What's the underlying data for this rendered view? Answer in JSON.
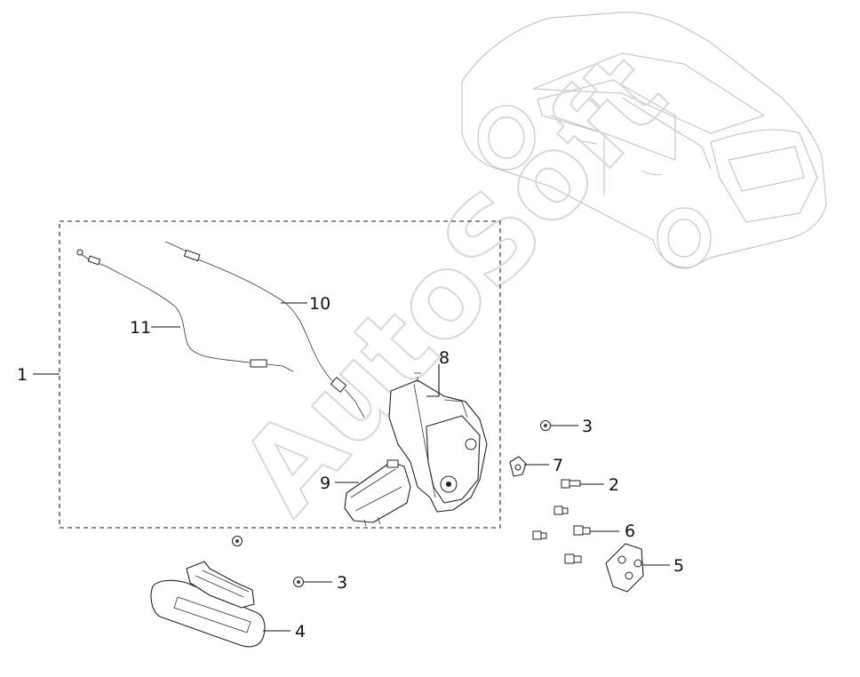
{
  "diagram": {
    "watermark": "AutoSoft",
    "callouts": {
      "c1": "1",
      "c2": "2",
      "c3a": "3",
      "c3b": "3",
      "c4": "4",
      "c5": "5",
      "c6": "6",
      "c7": "7",
      "c8": "8",
      "c9": "9",
      "c10": "10",
      "c11": "11"
    }
  }
}
